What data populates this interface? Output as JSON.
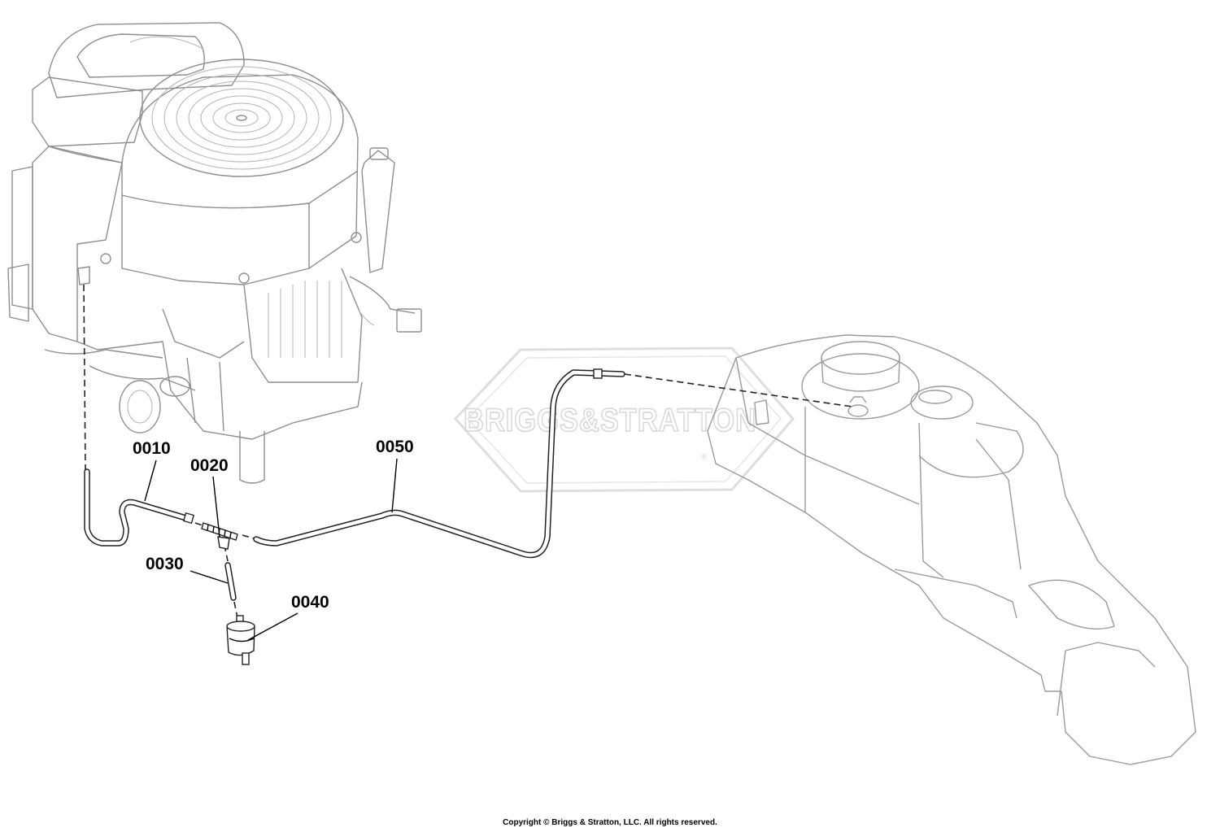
{
  "callouts": {
    "c0010": "0010",
    "c0020": "0020",
    "c0030": "0030",
    "c0040": "0040",
    "c0050": "0050"
  },
  "watermark": {
    "text": "BRIGGS&STRATTON",
    "registered_mark": "®"
  },
  "footer": {
    "copyright": "Copyright © Briggs & Stratton, LLC. All rights reserved."
  },
  "colors": {
    "line_art": "#8e8e8e",
    "hose": "#222222",
    "watermark": "#d6d6d6",
    "background": "#ffffff"
  }
}
